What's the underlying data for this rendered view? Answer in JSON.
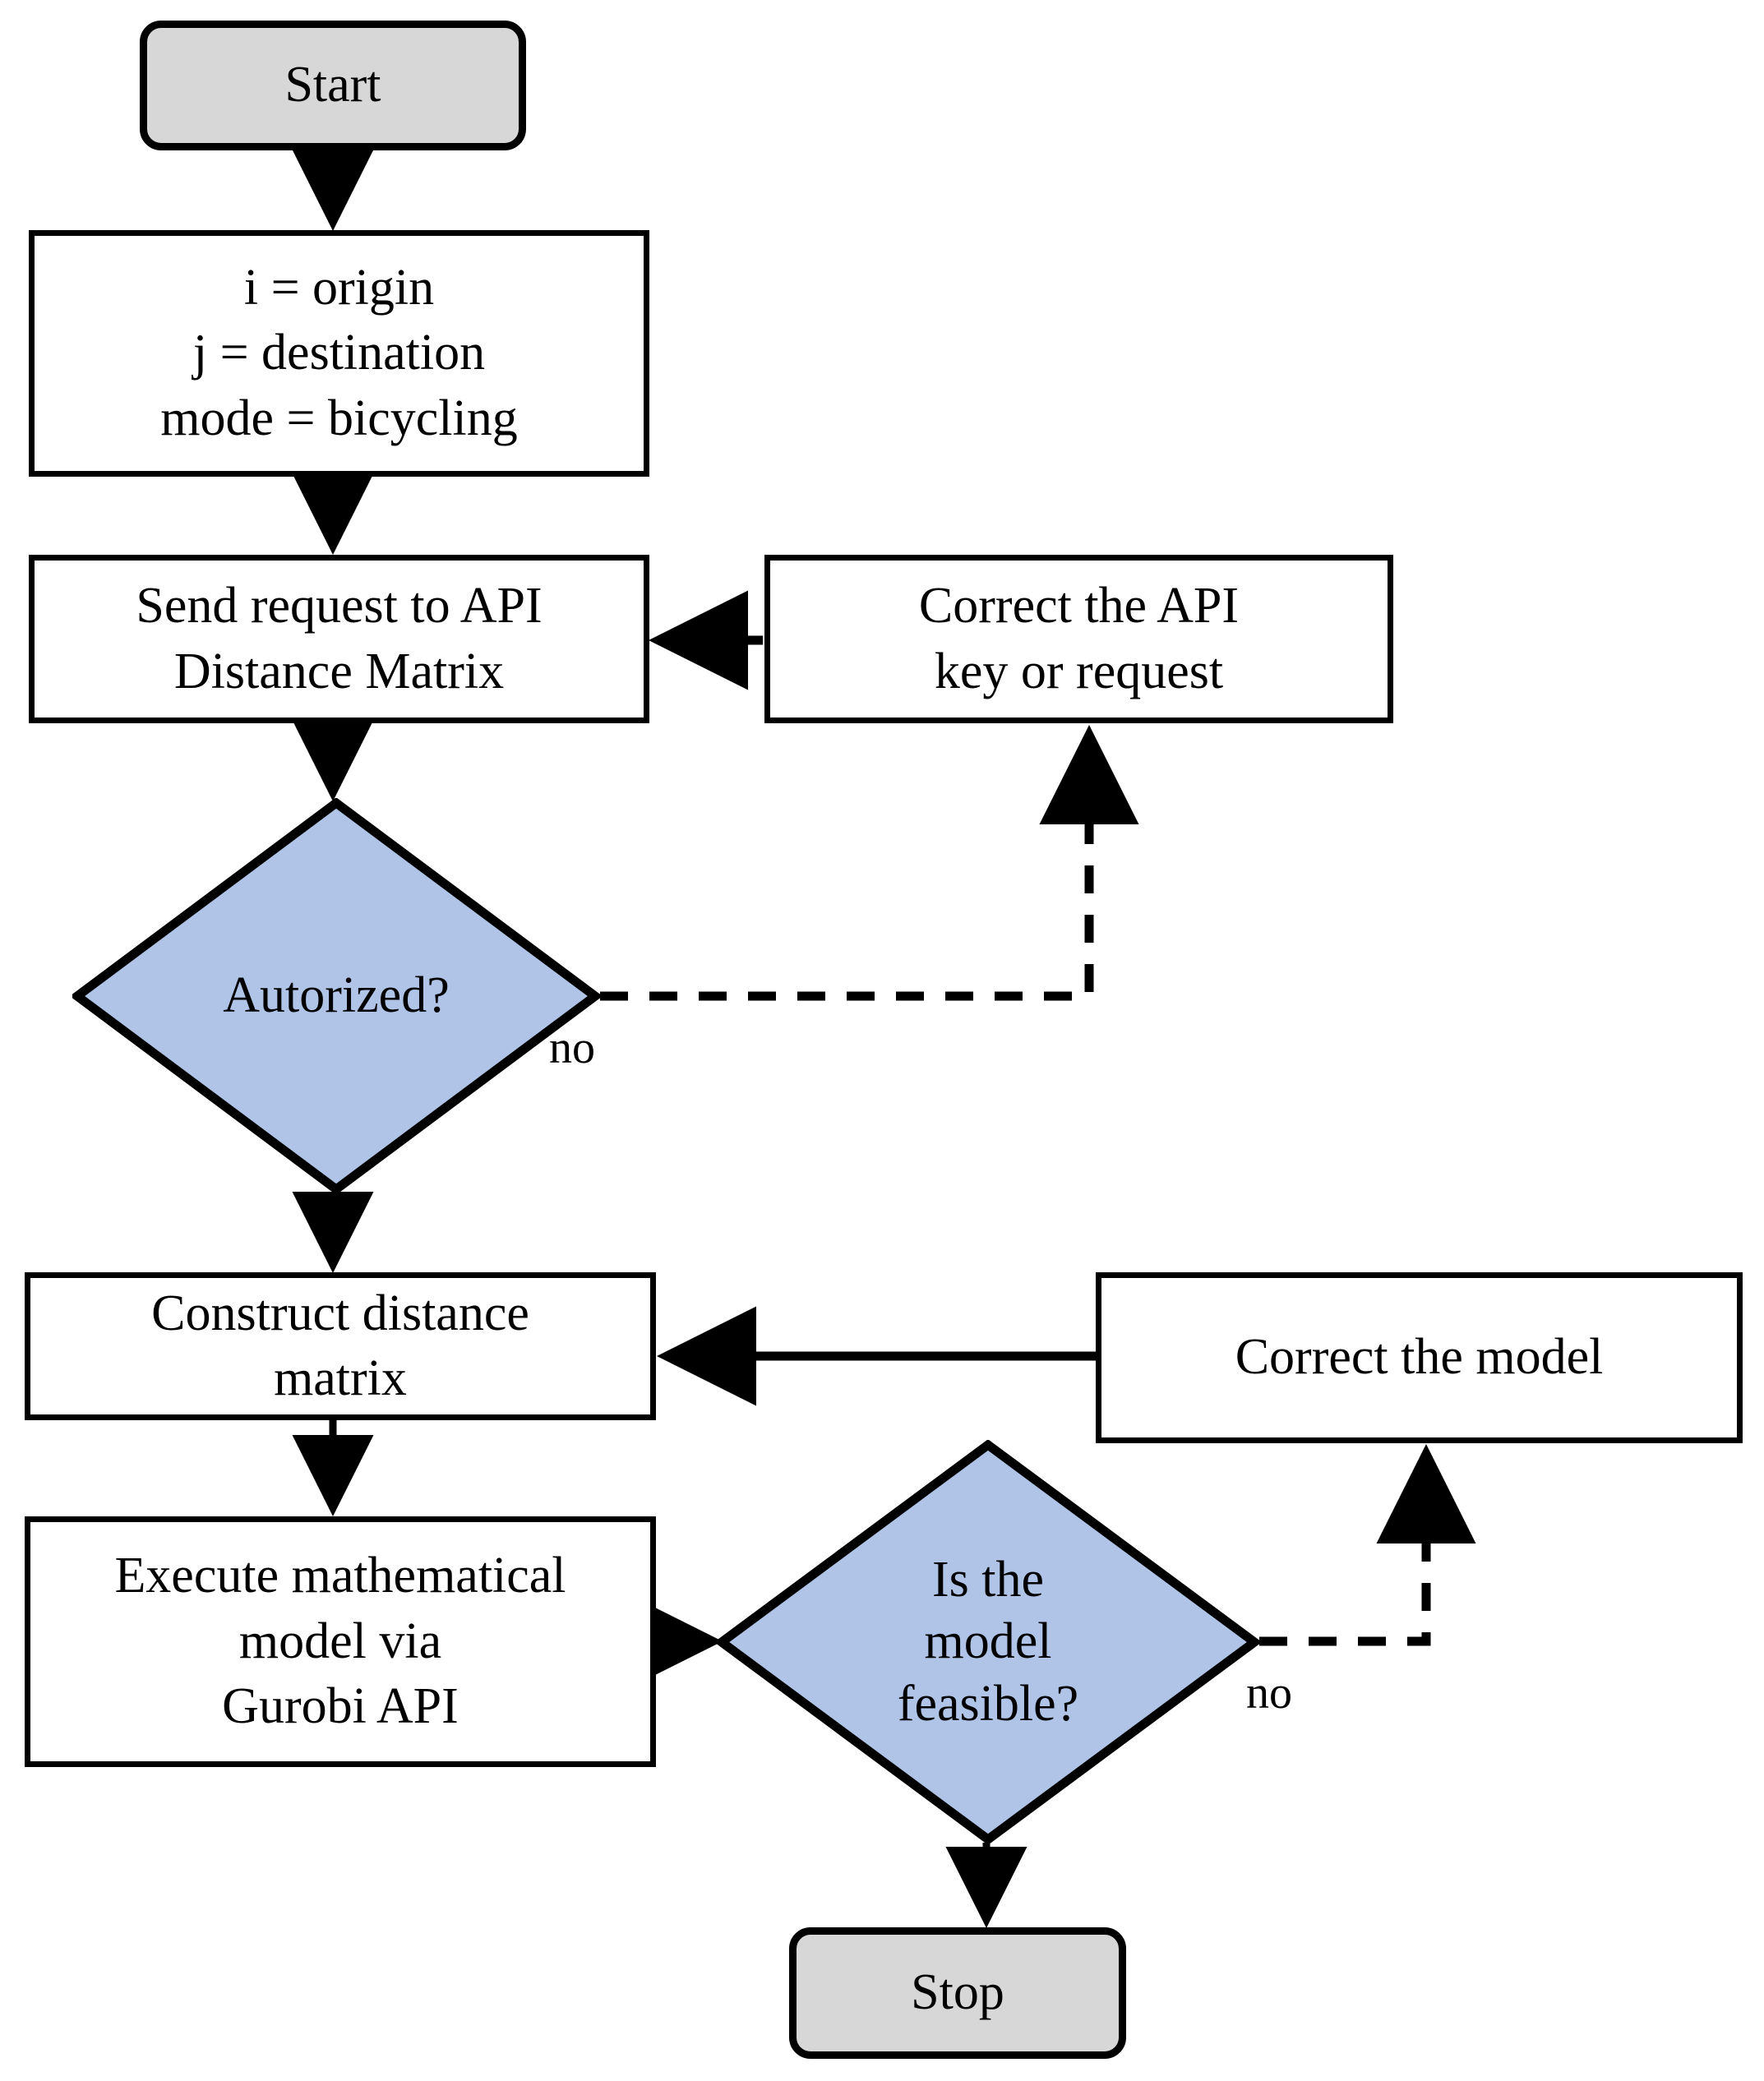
{
  "diagram": {
    "title": "Distance Matrix API and Gurobi model flowchart",
    "colors": {
      "terminator_fill": "#d7d7d7",
      "decision_fill": "#b0c4e8",
      "process_fill": "#ffffff",
      "stroke": "#000000"
    },
    "nodes": {
      "start": {
        "label": "Start",
        "shape": "terminator"
      },
      "inputs": {
        "label": "i = origin\nj = destination\nmode = bicycling",
        "shape": "process"
      },
      "send_request": {
        "label": "Send request to API\nDistance Matrix",
        "shape": "process"
      },
      "correct_api": {
        "label": "Correct the API\nkey or request",
        "shape": "process"
      },
      "authorized": {
        "label": "Autorized?",
        "shape": "decision"
      },
      "construct_matrix": {
        "label": "Construct distance\nmatrix",
        "shape": "process"
      },
      "correct_model": {
        "label": "Correct the model",
        "shape": "process"
      },
      "execute_model": {
        "label": "Execute mathematical\nmodel via\nGurobi API",
        "shape": "process"
      },
      "feasible": {
        "label": "Is the\nmodel\nfeasible?",
        "shape": "decision"
      },
      "stop": {
        "label": "Stop",
        "shape": "terminator"
      }
    },
    "edge_labels": {
      "authorized_no": "no",
      "feasible_no": "no"
    }
  }
}
